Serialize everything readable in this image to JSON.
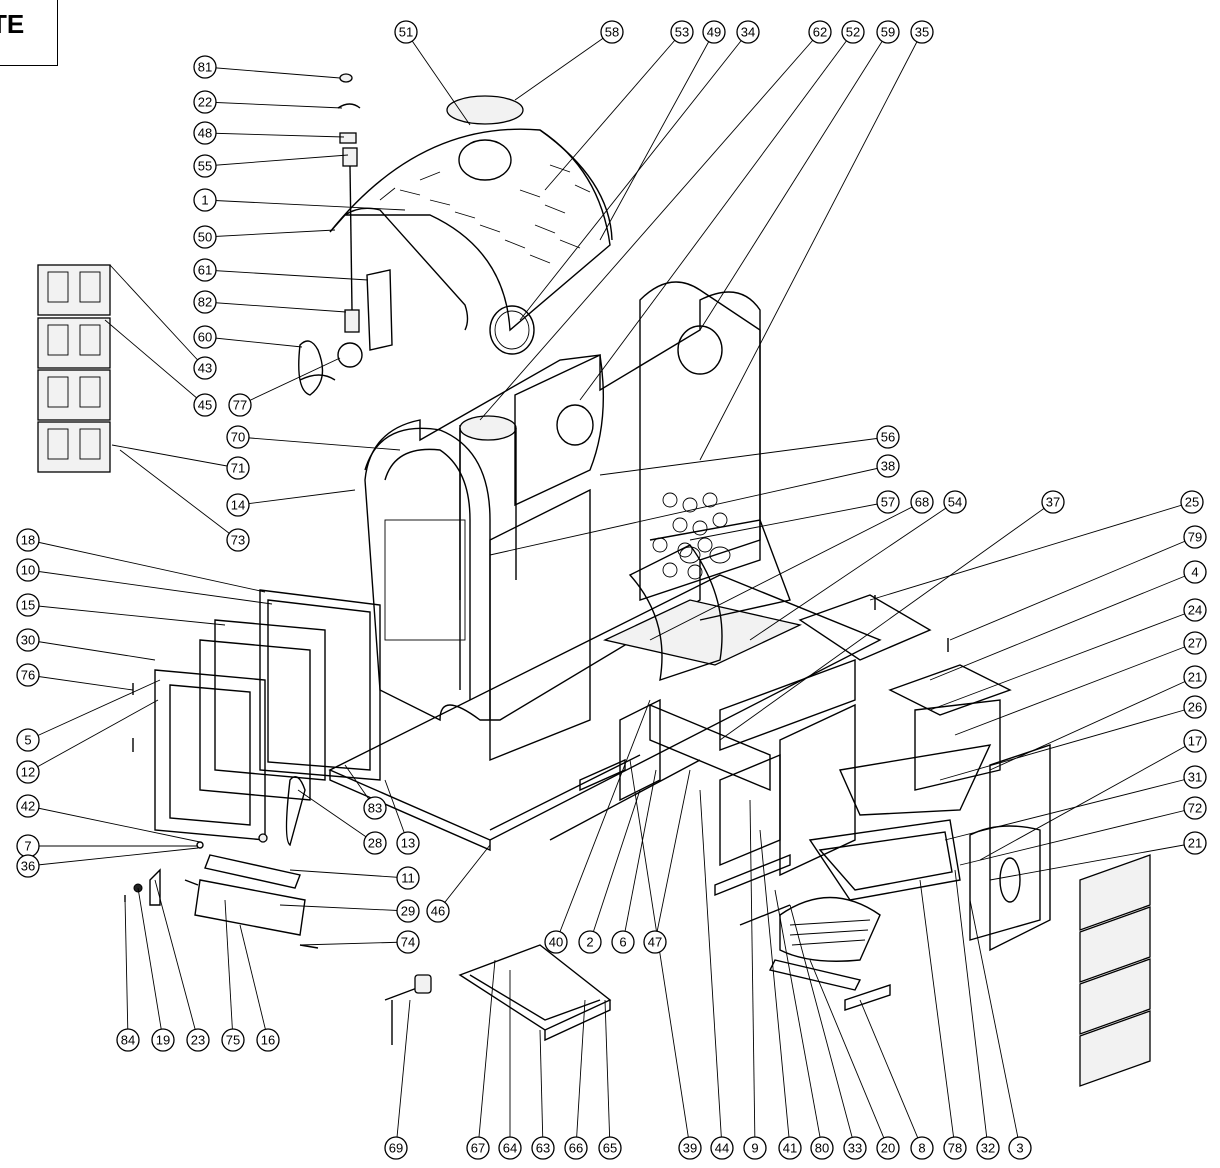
{
  "corner_label": "TE",
  "callouts_top": [
    "51",
    "58",
    "53",
    "49",
    "34",
    "62",
    "52",
    "59",
    "35"
  ],
  "callouts_left": [
    "81",
    "22",
    "48",
    "55",
    "1",
    "50",
    "61",
    "82",
    "60",
    "77",
    "43",
    "45",
    "71",
    "73",
    "70",
    "14",
    "18",
    "10",
    "15",
    "30",
    "76",
    "5",
    "12",
    "42",
    "7",
    "36",
    "84",
    "19",
    "23",
    "75",
    "16"
  ],
  "callouts_middle": [
    "56",
    "38",
    "57",
    "68",
    "54",
    "37",
    "13",
    "83",
    "28",
    "11",
    "29",
    "74",
    "46",
    "40",
    "2",
    "6",
    "47"
  ],
  "callouts_right": [
    "25",
    "79",
    "4",
    "24",
    "27",
    "21",
    "26",
    "17",
    "31",
    "72",
    "21"
  ],
  "callouts_bottom": [
    "69",
    "67",
    "64",
    "63",
    "66",
    "65",
    "39",
    "44",
    "9",
    "41",
    "80",
    "33",
    "20",
    "8",
    "78",
    "32",
    "3"
  ]
}
